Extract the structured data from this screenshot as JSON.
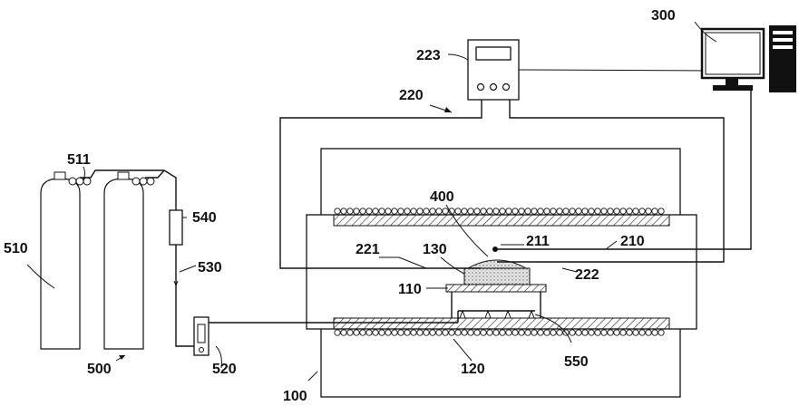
{
  "diagram": {
    "labels": {
      "l300": "300",
      "l223": "223",
      "l220": "220",
      "l511": "511",
      "l400": "400",
      "l211": "211",
      "l210": "210",
      "l221": "221",
      "l130": "130",
      "l222": "222",
      "l540": "540",
      "l510": "510",
      "l530": "530",
      "l110": "110",
      "l520": "520",
      "l550": "550",
      "l500": "500",
      "l120": "120",
      "l100": "100"
    }
  }
}
